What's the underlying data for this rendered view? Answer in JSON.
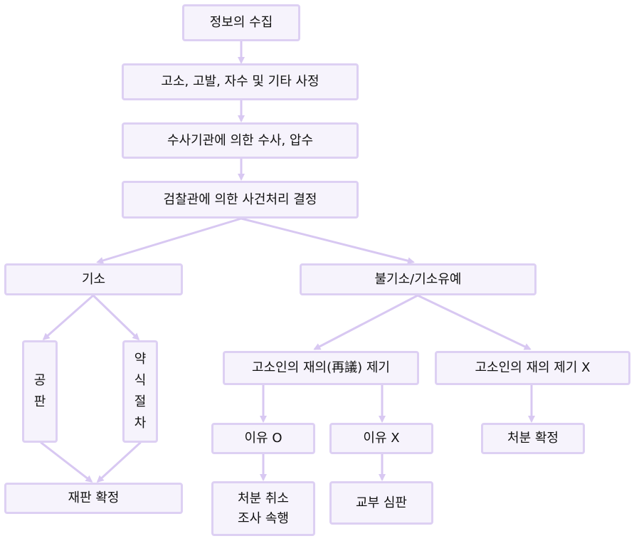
{
  "diagram": {
    "colors": {
      "box_fill": "#f6f3fc",
      "box_border": "#ddd0f3",
      "arrow": "#d8c8f2",
      "text": "#111111"
    },
    "nodes": {
      "collect": "정보의 수집",
      "report": "고소, 고발, 자수 및 기타 사정",
      "investigate": "수사기관에 의한 수사, 압수",
      "decision": "검찰관에 의한 사건처리 결정",
      "indict": "기소",
      "non_indict": "불기소/기소유예",
      "trial": "공\n판",
      "summary": "약\n식\n절\n차",
      "verdict": "재판 확정",
      "reconsider": "고소인의 재의(再議) 제기",
      "no_reconsider": "고소인의 재의 제기 X",
      "reason_o": "이유 O",
      "reason_x": "이유 X",
      "disposition": "처분 확정",
      "cancel": "처분 취소\n조사 속행",
      "referral": "교부 심판"
    }
  }
}
